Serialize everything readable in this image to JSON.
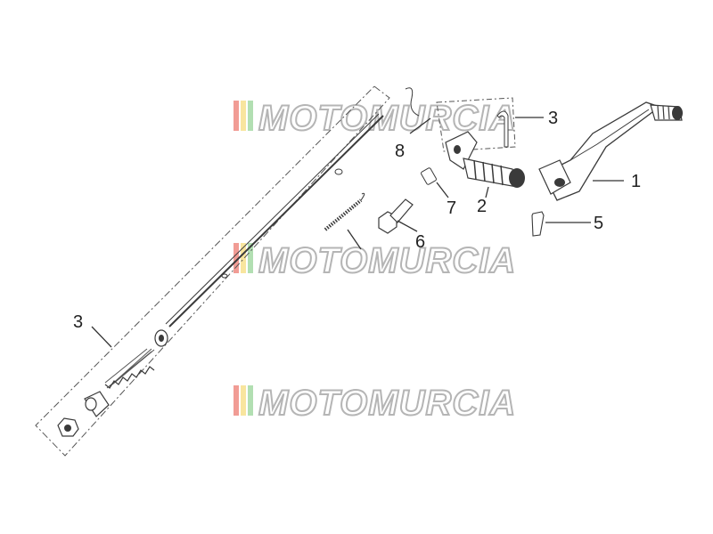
{
  "watermark": {
    "text": "MOTOMURCIA"
  },
  "callouts": [
    {
      "id": "1",
      "text": "1"
    },
    {
      "id": "2",
      "text": "2"
    },
    {
      "id": "3a",
      "text": "3"
    },
    {
      "id": "3b",
      "text": "3"
    },
    {
      "id": "5",
      "text": "5"
    },
    {
      "id": "6",
      "text": "6"
    },
    {
      "id": "7",
      "text": "7"
    },
    {
      "id": "8",
      "text": "8"
    }
  ],
  "colors": {
    "line": "#3a3a3a",
    "watermark_red": "#e85a4f",
    "watermark_yellow": "#f4d35e",
    "watermark_green": "#7fc97f"
  }
}
